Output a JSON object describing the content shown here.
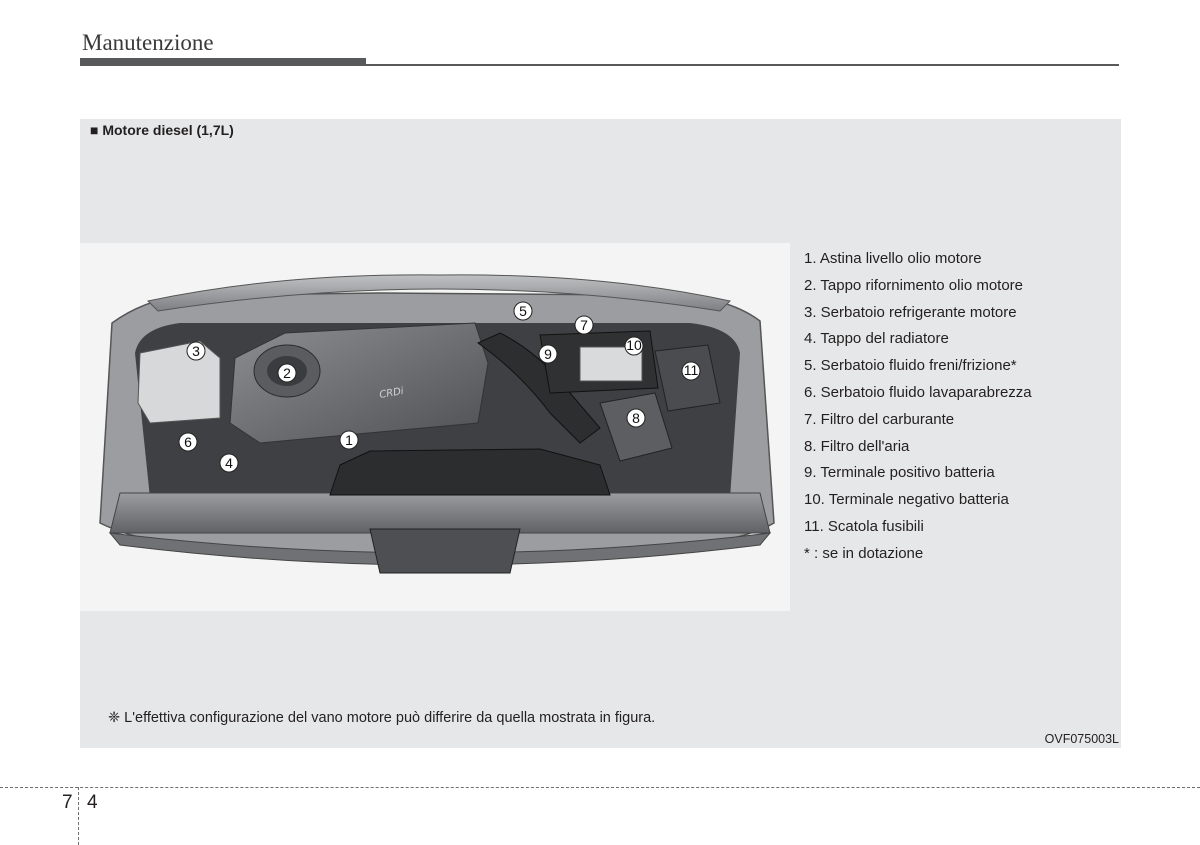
{
  "header": {
    "section_title": "Manutenzione"
  },
  "figure": {
    "heading": "■ Motore diesel (1,7L)",
    "image_code": "OVF075003L",
    "engine_logo": "CRDi",
    "callouts": [
      "1",
      "2",
      "3",
      "4",
      "5",
      "6",
      "7",
      "8",
      "9",
      "10",
      "11"
    ],
    "legend": [
      "1. Astina livello olio motore",
      "2. Tappo rifornimento olio motore",
      "3. Serbatoio refrigerante motore",
      "4. Tappo del radiatore",
      "5. Serbatoio fluido freni/frizione*",
      "6. Serbatoio fluido lavaparabrezza",
      "7. Filtro del carburante",
      "8. Filtro dell'aria",
      "9. Terminale positivo batteria",
      "10. Terminale negativo batteria",
      "11. Scatola fusibili",
      "* : se in dotazione"
    ],
    "footnote": "❈ L'effettiva configurazione del vano motore può differire da quella mostrata in figura."
  },
  "footer": {
    "chapter": "7",
    "page": "4"
  }
}
